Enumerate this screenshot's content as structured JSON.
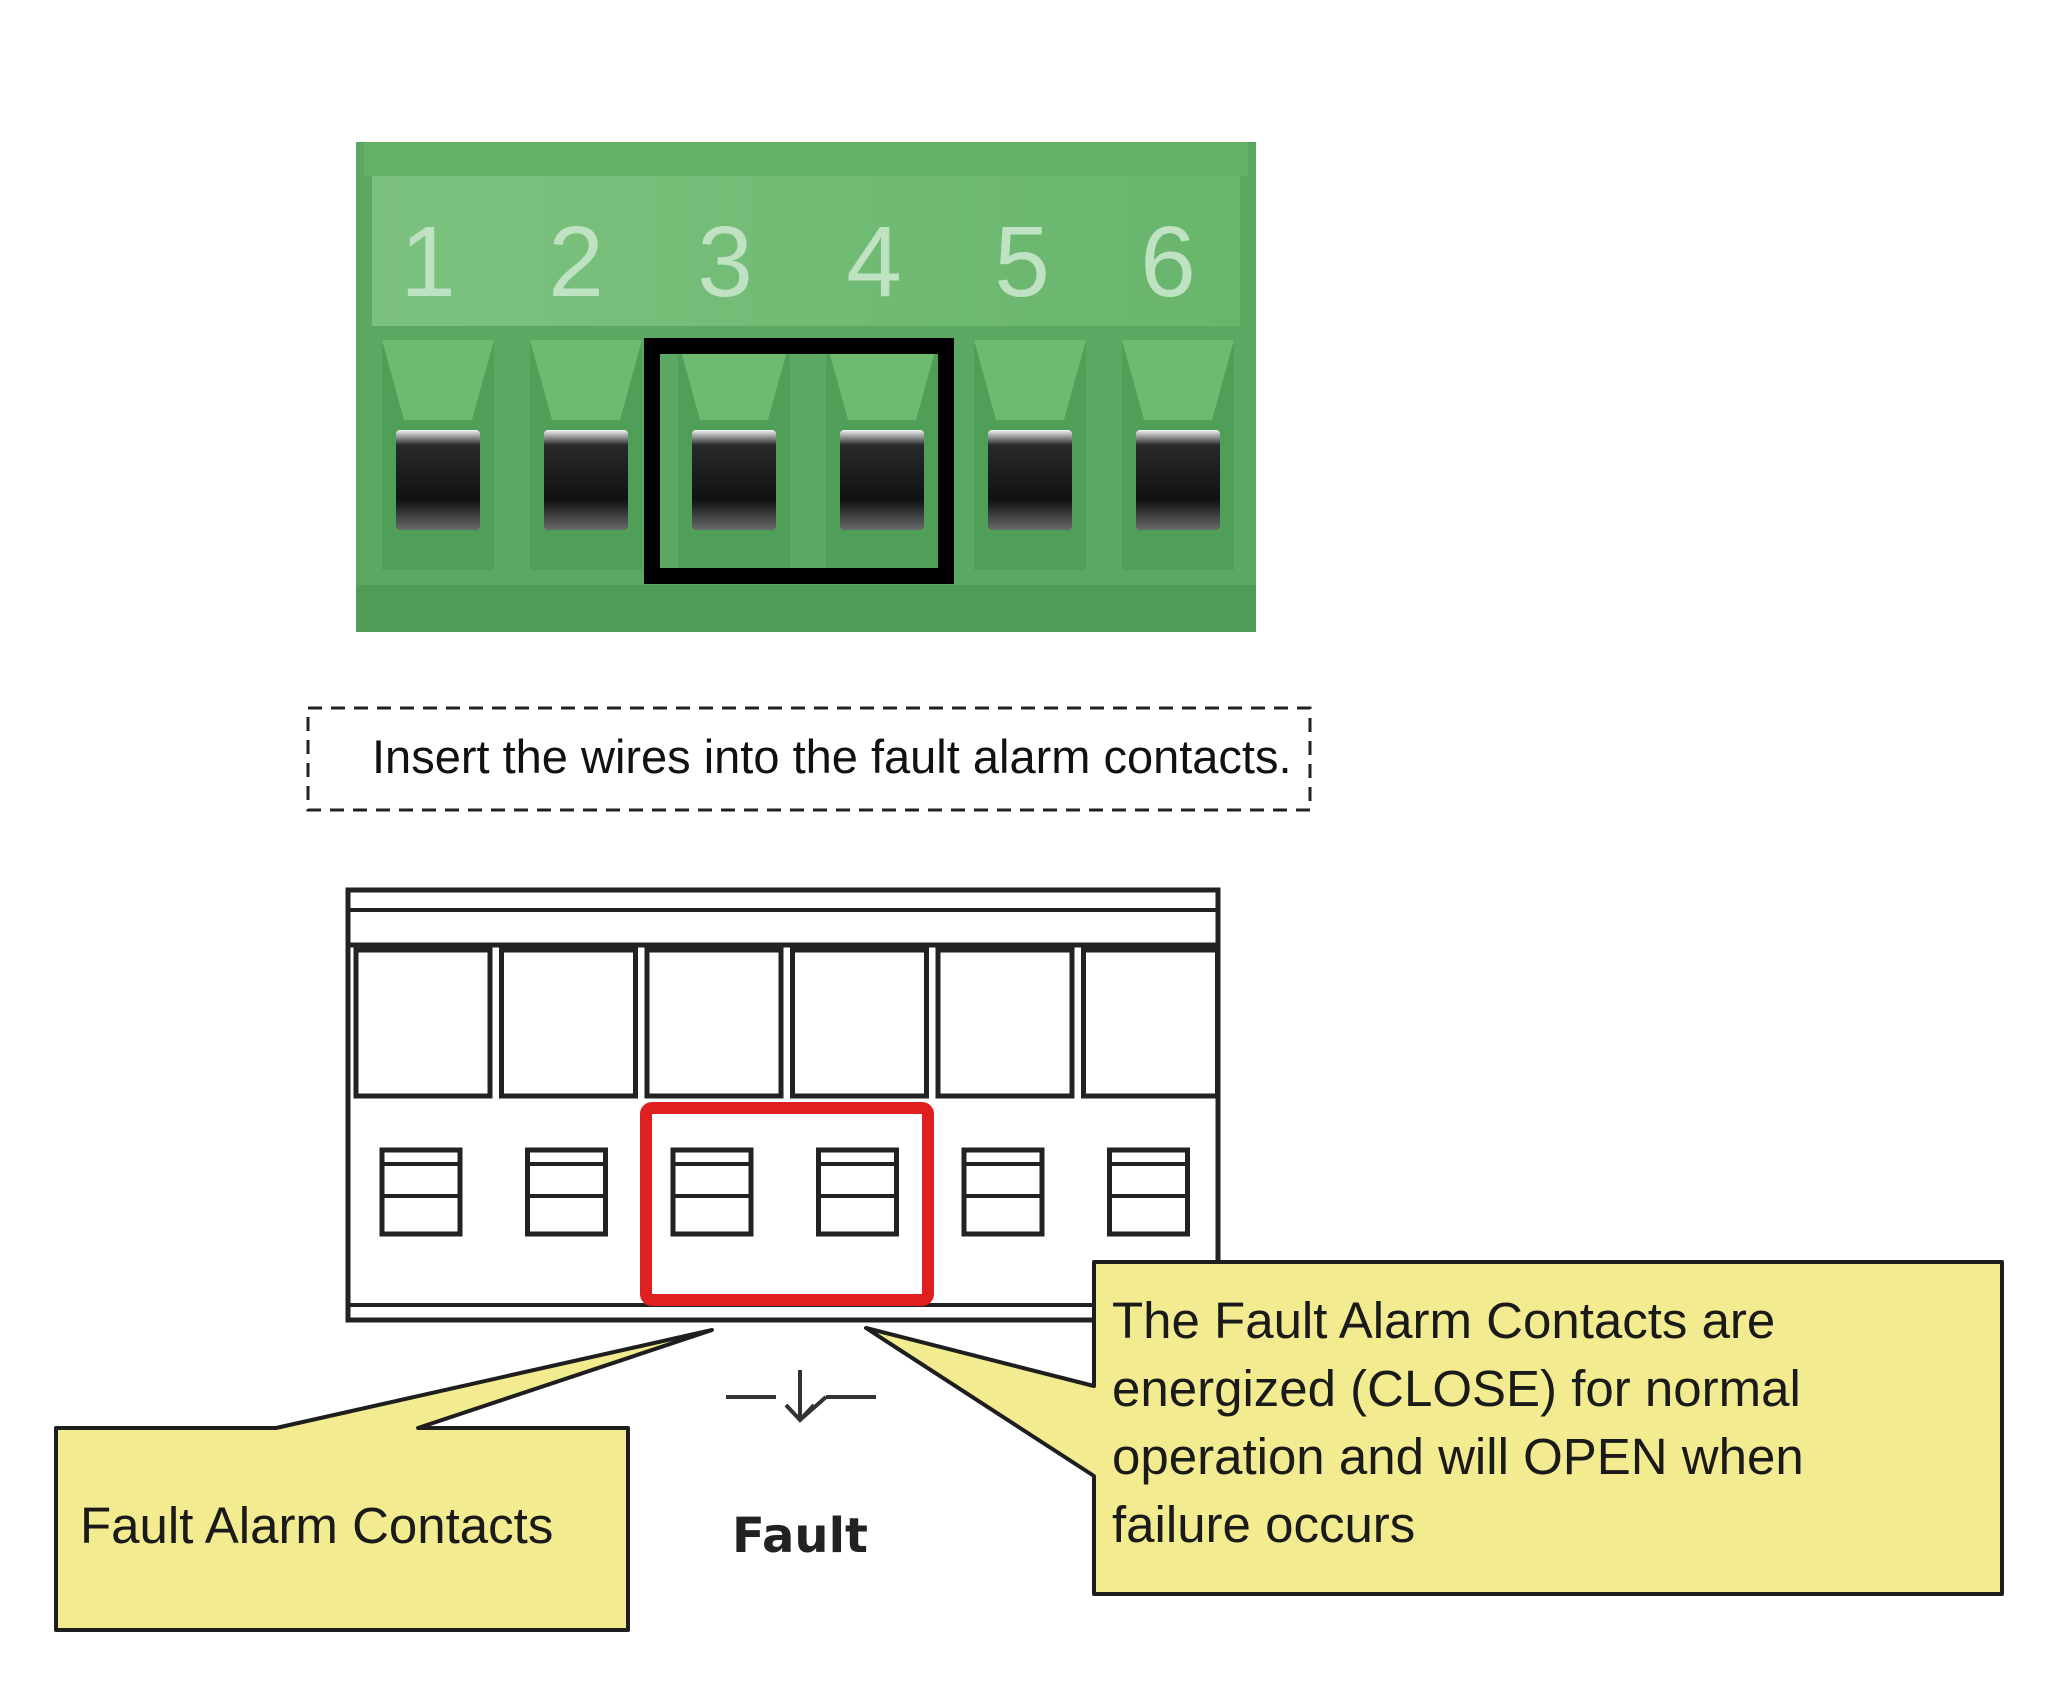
{
  "terminal_photo": {
    "numbers": [
      "1",
      "2",
      "3",
      "4",
      "5",
      "6"
    ],
    "body_color": "#5aa862",
    "highlight_color": "#000000"
  },
  "instruction": {
    "text": "Insert the wires into the fault alarm contacts."
  },
  "schematic": {
    "highlight_color": "#e02020",
    "symbol_label": "Fault"
  },
  "callouts": {
    "left": {
      "lines": [
        "Fault Alarm Contacts"
      ]
    },
    "right": {
      "lines": [
        "The Fault Alarm Contacts are",
        "energized (CLOSE) for normal",
        "operation and will OPEN when",
        "failure occurs"
      ]
    },
    "fill_color": "#f3eb8f"
  }
}
